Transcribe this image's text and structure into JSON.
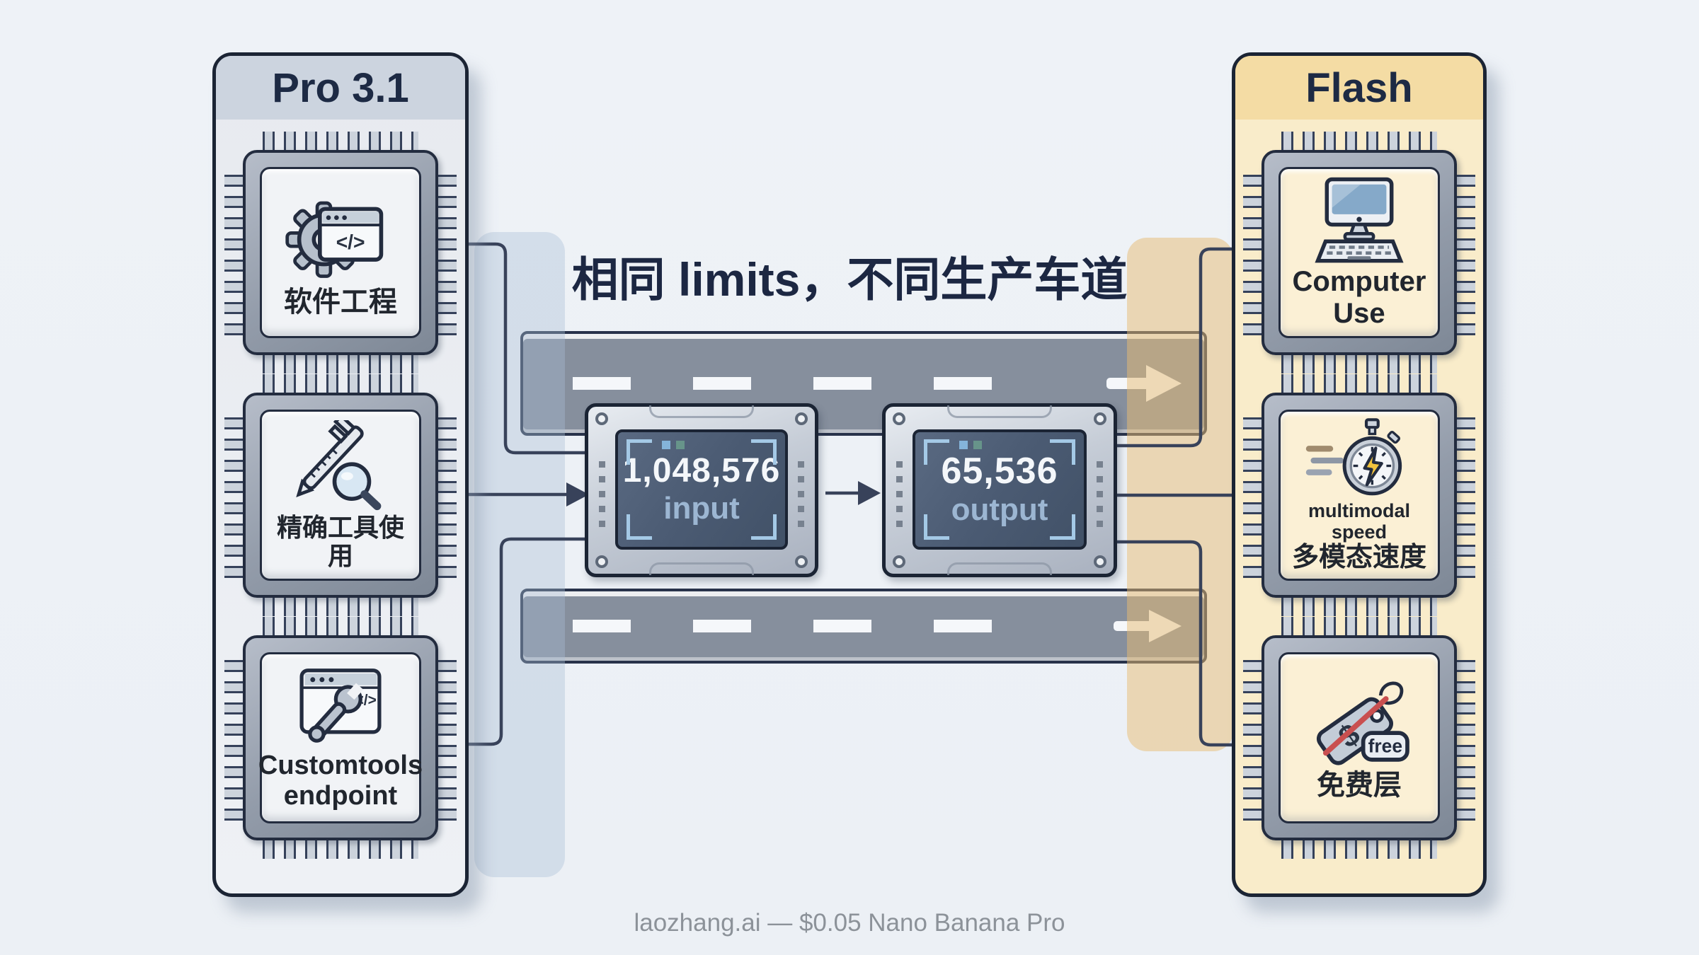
{
  "title": "相同 limits，不同生产车道",
  "watermark": "laozhang.ai — $0.05 Nano Banana Pro",
  "pro_panel": {
    "title": "Pro 3.1",
    "chips": [
      {
        "label1": "软件工程",
        "icon_code": "</>"
      },
      {
        "label1": "精确工具使用"
      },
      {
        "label1": "Customtools",
        "label2": "endpoint",
        "icon_code": "</>"
      }
    ]
  },
  "flash_panel": {
    "title": "Flash",
    "chips": [
      {
        "label1": "Computer",
        "label2": "Use"
      },
      {
        "label1": "multimodal speed",
        "label2": "多模态速度"
      },
      {
        "label1": "免费层",
        "tag_symbol": "$",
        "tag_badge": "free"
      }
    ]
  },
  "lanes": {
    "input": {
      "value": "1,048,576",
      "label": "input"
    },
    "output": {
      "value": "65,536",
      "label": "output"
    }
  },
  "colors": {
    "pro_header": "#ccd4df",
    "flash_header": "#f4dca4",
    "road": "#868f9d",
    "screen": "#4b5b73",
    "bracket_accent": "#a4c9e6",
    "band_left": "#a8bed6",
    "band_right": "#e7bc72",
    "connector": "#38425a"
  }
}
